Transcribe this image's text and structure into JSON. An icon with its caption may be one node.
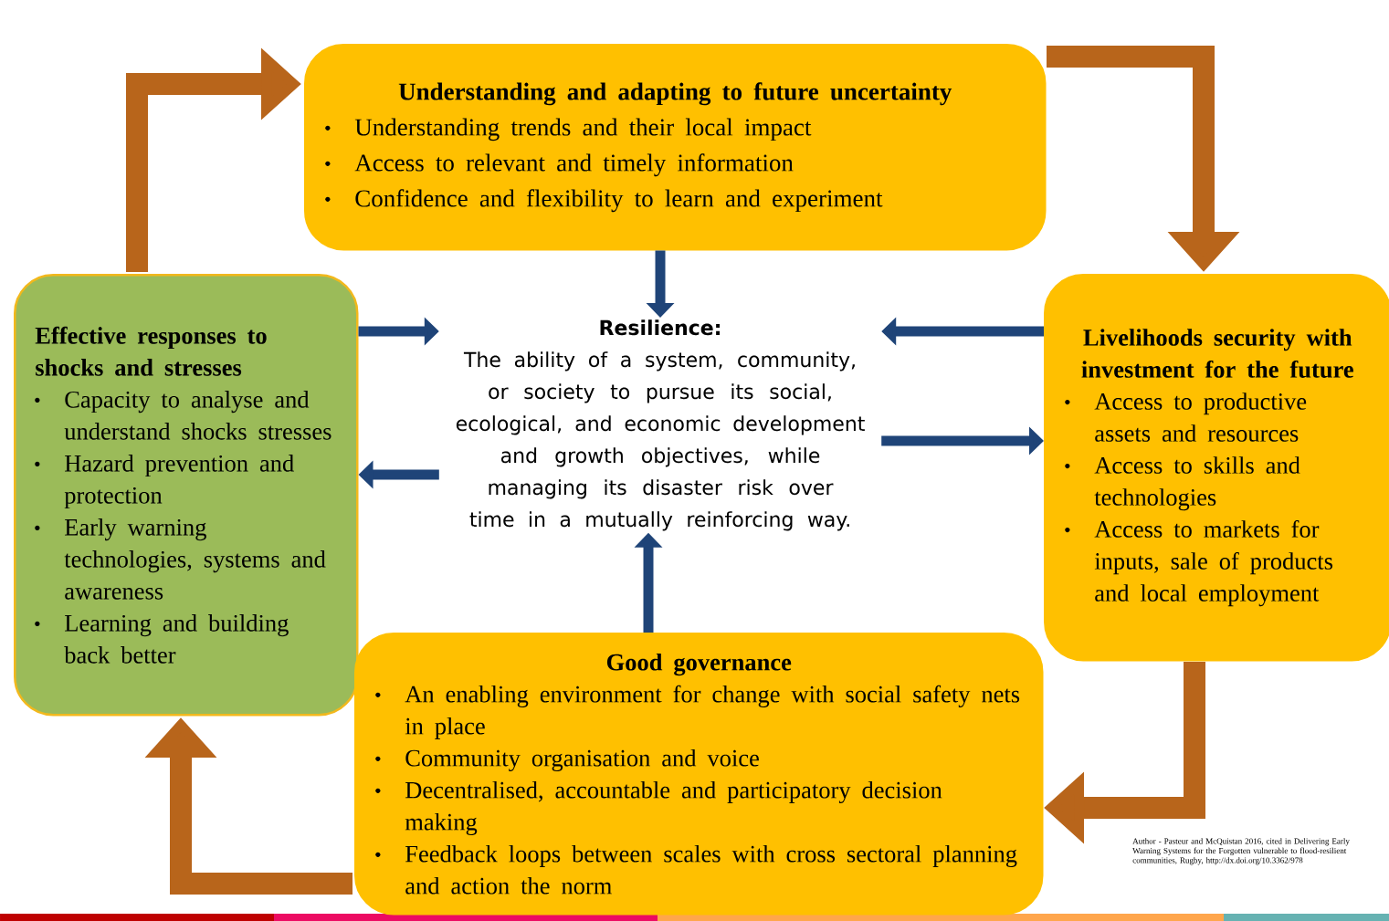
{
  "diagram": {
    "nodes": [
      {
        "text": [
          "Understanding and adapting to future uncertainty",
          "Understanding trends and their local impact",
          "Access to relevant and timely information",
          "Confidence and flexibility to learn and experiment"
        ]
      },
      {
        "text": [
          "Effective responses to shocks and stresses",
          "Capacity to analyse and understand shocks stresses",
          "Hazard prevention and protection",
          "Early warning technologies, systems and awareness",
          "Learning and building back better"
        ]
      },
      {
        "text": [
          "Resilience:",
          "The ability of a system, community, or society to pursue its social, ecological, and economic development and growth objectives, while managing its disaster risk over time in a mutually reinforcing way."
        ]
      },
      {
        "text": [
          "Livelihoods security with investment for the future",
          "Access to productive assets and resources",
          "Access to skills and technologies",
          "Access to markets for inputs, sale of products and local employment"
        ]
      },
      {
        "text": [
          "Good governance",
          "An enabling environment for change with social safety nets in place",
          "Community organisation and voice",
          "Decentralised, accountable and participatory decision making",
          "Feedback loops between scales with cross sectoral planning and action the norm"
        ]
      }
    ],
    "edges": [
      {
        "from": 1,
        "to": 0,
        "arrow": "to",
        "style": "thick",
        "color": "#b8651b"
      },
      {
        "from": 0,
        "to": 3,
        "arrow": "to",
        "style": "thick",
        "color": "#b8651b"
      },
      {
        "from": 3,
        "to": 4,
        "arrow": "to",
        "style": "thick",
        "color": "#b8651b"
      },
      {
        "from": 4,
        "to": 1,
        "arrow": "to",
        "style": "thick",
        "color": "#b8651b"
      },
      {
        "from": 0,
        "to": 2,
        "arrow": "to"
      },
      {
        "from": 1,
        "to": 2,
        "arrow": "to"
      },
      {
        "from": 2,
        "to": 1,
        "arrow": "to"
      },
      {
        "from": 3,
        "to": 2,
        "arrow": "to"
      },
      {
        "from": 2,
        "to": 3,
        "arrow": "to"
      },
      {
        "from": 4,
        "to": 2,
        "arrow": "to"
      }
    ],
    "labels": [
      "Author - Pasteur and McQuistan 2016, cited in Delivering Early Warning Systems for the Forgotten vulnerable to flood-resilient communities, Rugby, http://dx.doi.org/10.3362/978"
    ]
  }
}
